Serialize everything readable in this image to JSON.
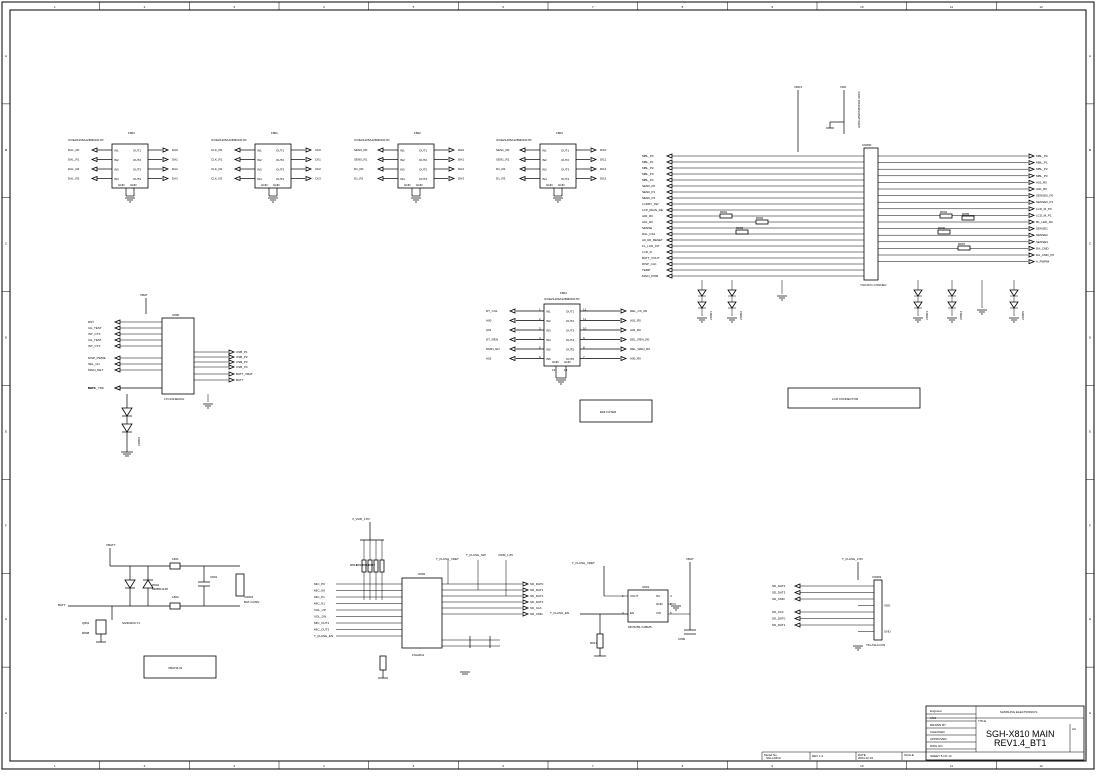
{
  "border": {
    "cols": [
      "1",
      "2",
      "3",
      "4",
      "5",
      "6",
      "7",
      "8",
      "9",
      "10",
      "11",
      "12"
    ],
    "rows": [
      "A",
      "B",
      "C",
      "D",
      "E",
      "F",
      "G",
      "H"
    ]
  },
  "filters": [
    {
      "ref": "F800",
      "part": "ICVEZ1405A12B0R1617R",
      "pins": [
        "IN1",
        "IN2",
        "IN3",
        "IN4",
        "OUT1",
        "OUT2",
        "OUT3",
        "OUT4",
        "GND",
        "GND"
      ],
      "left": [
        "DAL_R0",
        "DAL_R1",
        "DAL_R2",
        "DAL_R3"
      ],
      "right": [
        "DA0",
        "DA1",
        "DA2",
        "DA3"
      ]
    },
    {
      "ref": "F801",
      "part": "ICVEZ1405A12B0R1617R",
      "pins": [
        "IN1",
        "IN2",
        "IN3",
        "IN4",
        "OUT1",
        "OUT2",
        "OUT3",
        "OUT4",
        "GND",
        "GND"
      ],
      "left": [
        "CLK_R0",
        "CLK_R1",
        "CLK_R2",
        "CLK_R3"
      ],
      "right": [
        "CK0",
        "CK1",
        "CK2",
        "CK3"
      ]
    },
    {
      "ref": "F802",
      "part": "ICVEZ1405A12B0R1617R",
      "pins": [
        "IN1",
        "IN2",
        "IN3",
        "IN4",
        "OUT1",
        "OUT2",
        "OUT3",
        "OUT4",
        "GND",
        "GND"
      ],
      "left": [
        "SEN0_R0",
        "SEN0_R1",
        "D1_R0",
        "D1_R1"
      ],
      "right": [
        "DH0",
        "DH1",
        "DH2",
        "DH3"
      ]
    },
    {
      "ref": "F803",
      "part": "ICVEZ1405A12B0R1617R",
      "pins": [
        "IN1",
        "IN2",
        "IN3",
        "IN4",
        "OUT1",
        "OUT2",
        "OUT3",
        "OUT4",
        "GND",
        "GND"
      ],
      "left": [
        "SEN1_R0",
        "SEN1_R1",
        "D1_R2",
        "D1_R3"
      ],
      "right": [
        "DI10",
        "DI11",
        "DI12",
        "DI13"
      ]
    }
  ],
  "f804": {
    "ref": "F804",
    "part": "ICVEZ1406A12B0R1617R",
    "pins_in": [
      "IN1",
      "IN2",
      "IN3",
      "IN4",
      "IN5",
      "IN6"
    ],
    "pins_out": [
      "OUT1",
      "OUT2",
      "OUT3",
      "OUT4",
      "OUT5",
      "OUT6"
    ],
    "pin_nums_left": [
      "1",
      "2",
      "3",
      "4",
      "5",
      "6"
    ],
    "pin_nums_right": [
      "12",
      "11",
      "10",
      "9",
      "8",
      "7"
    ],
    "gnd": [
      "GND",
      "GND"
    ],
    "gnd_nums": [
      "13",
      "14"
    ],
    "left_nets": [
      "DT_CS1",
      "A00",
      "A01",
      "DT_REN",
      "DMIN_EN",
      "A02"
    ],
    "right_nets": [
      "DEL_CS_R0",
      "A01_R0",
      "A02_R0",
      "DEL_REN_R0",
      "DEL_WEN_R0",
      "A00_R0"
    ],
    "label": "EMI FILTER"
  },
  "lcd": {
    "ref": "CN800",
    "part": "YS0-FPC-CONNEC",
    "vert_label": "HIRS12B20S0D4S01 MICF",
    "net_top1": "VDD3",
    "net_top2": "VDD",
    "label": "LCD CONNECTOR",
    "left_nets": [
      "MBL_P0",
      "MBL_P1",
      "MBL_P2",
      "MBL_P3",
      "MBL_P4",
      "SEN0_P0",
      "SEN0_P1",
      "SEN0_P2",
      "LCDRT_SW",
      "LCP_MAIN_RE",
      "A00_R0",
      "A01_R0",
      "SENSE",
      "DAL_CS1",
      "A0_R0_RESET",
      "FL_LCD_INT",
      "LCD_R",
      "BATT_VOUT",
      "DISP_CLK",
      "TEMP",
      "MAIN_PWR"
    ],
    "right_nets": [
      "MBL_P0",
      "MBL_P1",
      "MBL_P2",
      "MBL_P3",
      "A01_R0",
      "A00_R0",
      "SENSE0_P0",
      "SENSE0_P1",
      "LCD_M_P0",
      "LCD_M_P1",
      "BL_LED_R0",
      "SENSE1",
      "SENSE2",
      "SENSE3",
      "DA_CMD",
      "DA_CMD_P0",
      "A_PWRM"
    ],
    "resistors": [
      "R801",
      "R802",
      "R803",
      "R804",
      "R805",
      "R806",
      "R807"
    ],
    "diodes": [
      "ZD801",
      "ZD802",
      "ZD803",
      "ZD804",
      "ZD805"
    ]
  },
  "u800": {
    "ref": "U800",
    "part": "LTC4413EUFH",
    "net_top": "VBAT",
    "left_nets": [
      "RST",
      "CH_TEST",
      "INT_CTX",
      "CH_TEST",
      "INT_CTX",
      "DISP_PWRE",
      "SEL_CH",
      "MAIN_DET",
      "BOOL_TDK",
      "BATT"
    ],
    "right_nets": [
      "USB_P1",
      "USB_P2",
      "USB_P3",
      "USB_P4",
      "BATT_VBAT",
      "BATT"
    ],
    "diode": "ZD806"
  },
  "vbat": {
    "net_in": "VBATT",
    "net_batt": "BATT",
    "l801": "L801",
    "l802": "L802",
    "diode": "D801",
    "diode_part": "MMBD4148",
    "cap": "C801",
    "conn": "CN801",
    "conn_part": "BAT-CONN",
    "label": "VBATM-IN",
    "q_ref": "Q801",
    "q_part": "SI2304DS-T1",
    "r_ref": "R808"
  },
  "u802": {
    "ref": "U802",
    "part": "FSA2011",
    "net_top": "V_VDD_1.8V",
    "net_a": "T_FLASH_VDET",
    "net_b": "T_FLASH_SW",
    "net_c": "VSIM_1.8V",
    "left_pins": [
      "MIC_P0",
      "MIC_N0",
      "MIC_P1",
      "MIC_N1",
      "VOL_UP",
      "VOL_DN",
      "MIC_OUT1",
      "MIC_OUT2",
      "T_FLASH_EN"
    ],
    "right_pins": [
      "SD_DAT0",
      "SD_DAT1",
      "SD_DAT2",
      "SD_DAT3",
      "SD_CLK",
      "SD_CMD"
    ],
    "res": [
      "R814",
      "R815",
      "R816",
      "R817"
    ]
  },
  "u801": {
    "ref": "U801",
    "part": "MIC5255-3.0BM5",
    "pins": [
      "VOUT",
      "NC",
      "GND",
      "EN",
      "VIN"
    ],
    "pin_nums": [
      "1",
      "4",
      "2",
      "3",
      "5"
    ],
    "net_in": "VBAT",
    "net_en": "T_FLASH_EN",
    "net_out": "T_FLASH_VDET",
    "r": "R817",
    "c": "C806"
  },
  "tflash": {
    "ref": "CN802",
    "part": "TFLASH-CON",
    "net_top": "T_FLASH_2.8V",
    "nets": [
      "SD_DAT2",
      "SD_DAT3",
      "SD_CMD",
      "VDD",
      "SD_CLK",
      "SD_DAT0",
      "SD_DAT1",
      "GND"
    ]
  },
  "title_block": {
    "company": "SAMSUNG ELECTRONICS",
    "title": "SGH-X810 MAIN",
    "rev": "REV1.4_BT1",
    "fields_left": [
      "Engineer",
      "ANS",
      "DRAWN BY",
      "CHECKED",
      "APPROVED",
      "DWG NO"
    ],
    "fields_bottom": [
      "Model No",
      "SGH-X810",
      "REV 1.4",
      "DATE",
      "2004.12.16",
      "SCALE",
      "SHEET 8 OF 12"
    ],
    "small_label": "TITLE",
    "size": "A3"
  }
}
